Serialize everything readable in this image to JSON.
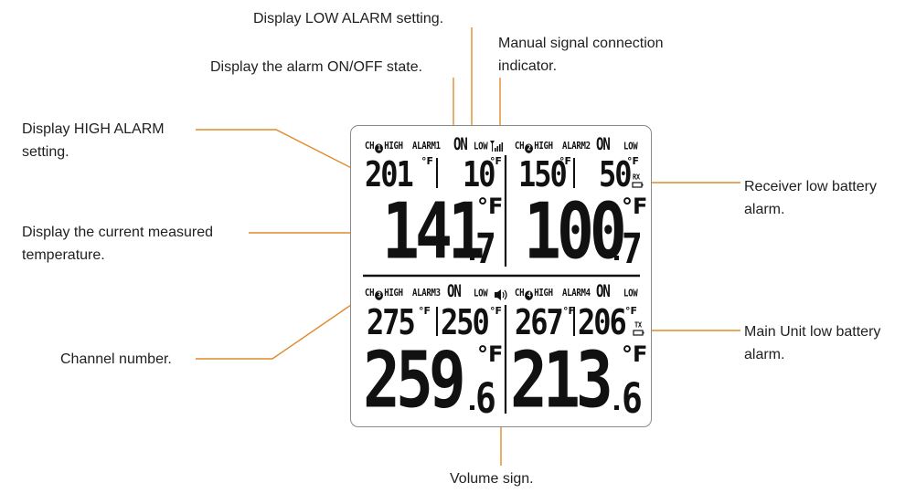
{
  "callouts": {
    "low_alarm": "Display LOW ALARM setting.",
    "manual_signal_line1": "Manual signal connection",
    "manual_signal_line2": "indicator.",
    "alarm_on_off": "Display the alarm ON/OFF state.",
    "high_alarm_line1": "Display HIGH ALARM",
    "high_alarm_line2": "setting.",
    "current_temp_line1": "Display the current measured",
    "current_temp_line2": "temperature.",
    "channel_number": "Channel number.",
    "receiver_battery_line1": "Receiver low battery",
    "receiver_battery_line2": "alarm.",
    "main_unit_battery_line1": "Main Unit low battery",
    "main_unit_battery_line2": "alarm.",
    "volume_sign": "Volume sign."
  },
  "lcd": {
    "ch1": {
      "ch": "CH",
      "num": "1",
      "high": "HIGH",
      "alarm": "ALARM1",
      "on": "ON",
      "low": "LOW",
      "high_val": "201",
      "low_val": "10",
      "temp_main": "141",
      "temp_dec": "7",
      "unit": "°F"
    },
    "ch2": {
      "ch": "CH",
      "num": "2",
      "high": "HIGH",
      "alarm": "ALARM2",
      "on": "ON",
      "low": "LOW",
      "high_val": "150",
      "low_val": "50",
      "temp_main": "100",
      "temp_dec": "7",
      "unit": "°F",
      "battery_label": "RX"
    },
    "ch3": {
      "ch": "CH",
      "num": "3",
      "high": "HIGH",
      "alarm": "ALARM3",
      "on": "ON",
      "low": "LOW",
      "high_val": "275",
      "low_val": "250",
      "temp_main": "259",
      "temp_dec": "6",
      "unit": "°F"
    },
    "ch4": {
      "ch": "CH",
      "num": "4",
      "high": "HIGH",
      "alarm": "ALARM4",
      "on": "ON",
      "low": "LOW",
      "high_val": "267",
      "low_val": "206",
      "temp_main": "213",
      "temp_dec": "6",
      "unit": "°F",
      "battery_label": "TX"
    },
    "deg_f": "°F"
  },
  "colors": {
    "leader": "#e08a2a",
    "lcd_border": "#8a8a8a",
    "segment": "#111111"
  },
  "icons": {
    "signal": "signal-bars-icon",
    "volume": "speaker-volume-icon",
    "battery": "battery-icon"
  }
}
